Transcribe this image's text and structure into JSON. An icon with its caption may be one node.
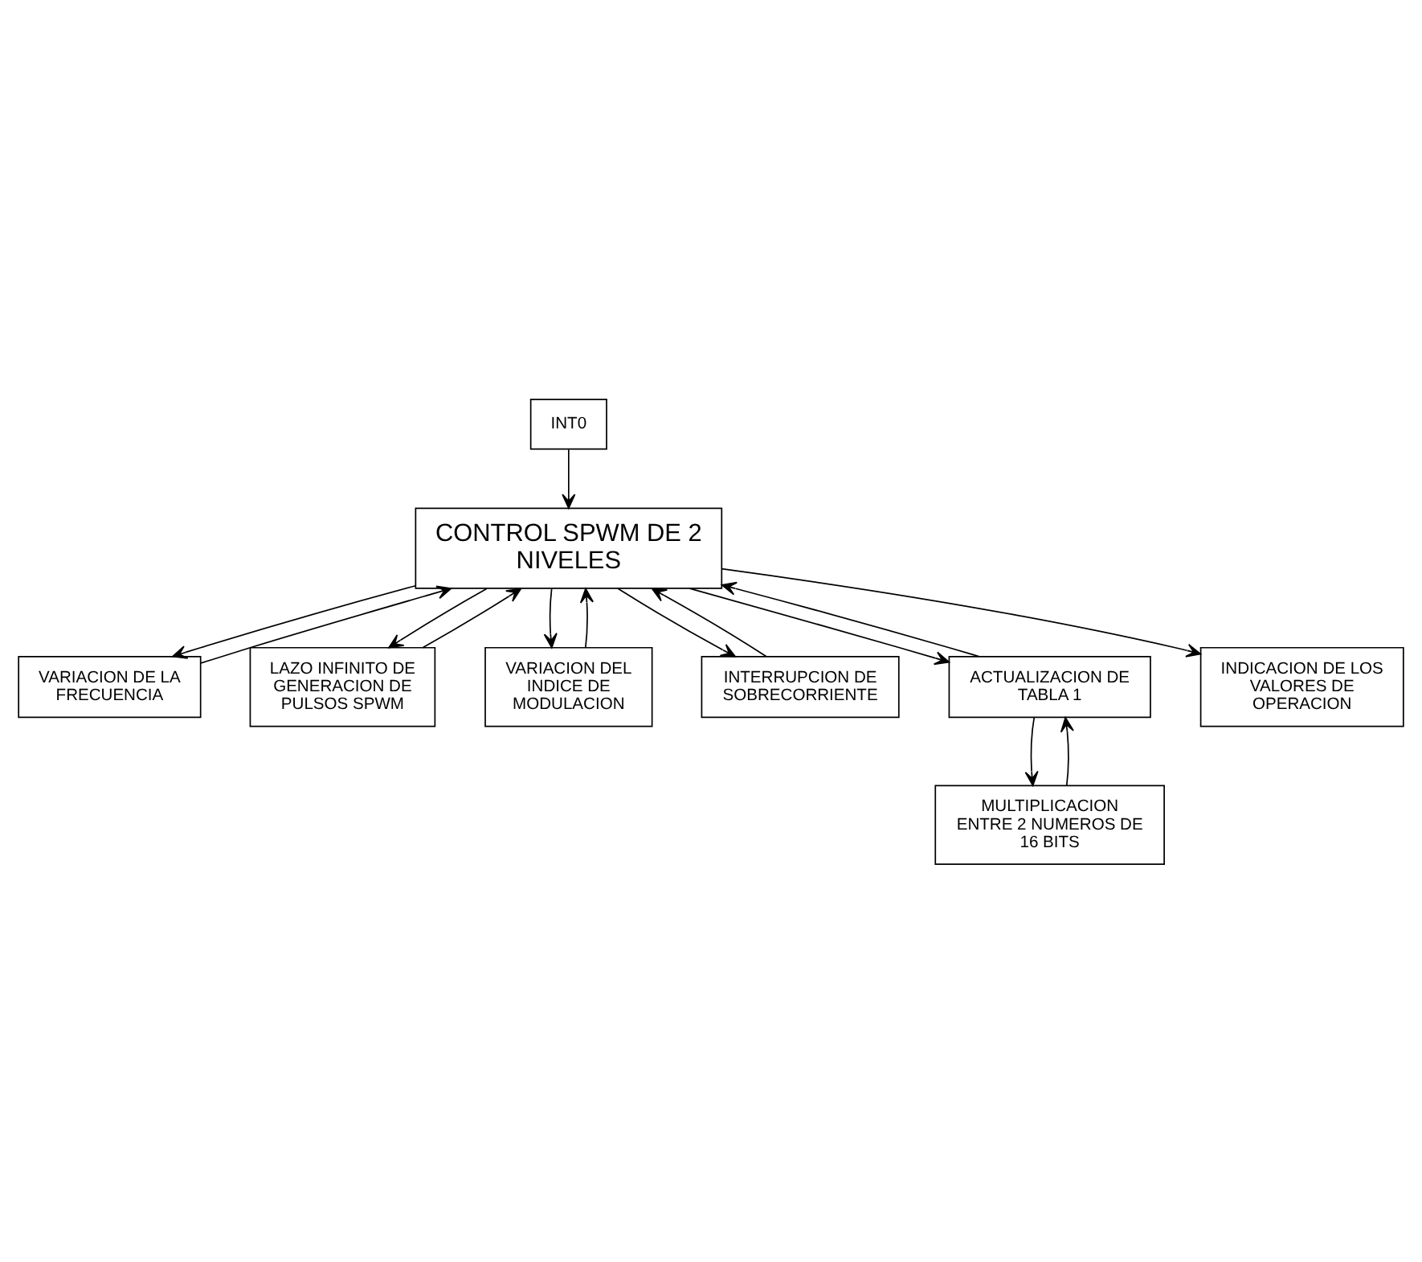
{
  "diagram": {
    "nodes": [
      {
        "text": [
          "INT0"
        ]
      },
      {
        "text": [
          "VARIACION DE LA FRECUENCIA"
        ]
      },
      {
        "text": [
          "CONTROL SPWM DE 2 NIVELES"
        ]
      },
      {
        "text": [
          "LAZO INFINITO DE GENERACION DE PULSOS SPWM"
        ]
      },
      {
        "text": [
          "VARIACION DEL INDICE DE MODULACION"
        ]
      },
      {
        "text": [
          "INTERRUPCION DE SOBRECORRIENTE"
        ]
      },
      {
        "text": [
          "ACTUALIZACION DE TABLA 1"
        ]
      },
      {
        "text": [
          "INDICACION DE LOS VALORES DE OPERACION"
        ]
      },
      {
        "text": [
          "MULTIPLICACION ENTRE 2 NUMEROS DE 16 BITS"
        ]
      }
    ],
    "edges": [
      {
        "from": 0,
        "to": 2,
        "arrow": "to"
      },
      {
        "from": 2,
        "to": 1,
        "arrow": "to"
      },
      {
        "from": 1,
        "to": 2,
        "arrow": "to"
      },
      {
        "from": 3,
        "to": 2,
        "arrow": "to"
      },
      {
        "from": 2,
        "to": 3,
        "arrow": "to"
      },
      {
        "from": 2,
        "to": 4,
        "arrow": "to"
      },
      {
        "from": 4,
        "to": 2,
        "arrow": "to"
      },
      {
        "from": 5,
        "to": 2,
        "arrow": "to"
      },
      {
        "from": 2,
        "to": 5,
        "arrow": "to"
      },
      {
        "from": 2,
        "to": 6,
        "arrow": "to"
      },
      {
        "from": 6,
        "to": 2,
        "arrow": "to"
      },
      {
        "from": 2,
        "to": 7,
        "arrow": "to"
      },
      {
        "from": 6,
        "to": 8,
        "arrow": "to"
      },
      {
        "from": 8,
        "to": 6,
        "arrow": "to"
      }
    ]
  }
}
